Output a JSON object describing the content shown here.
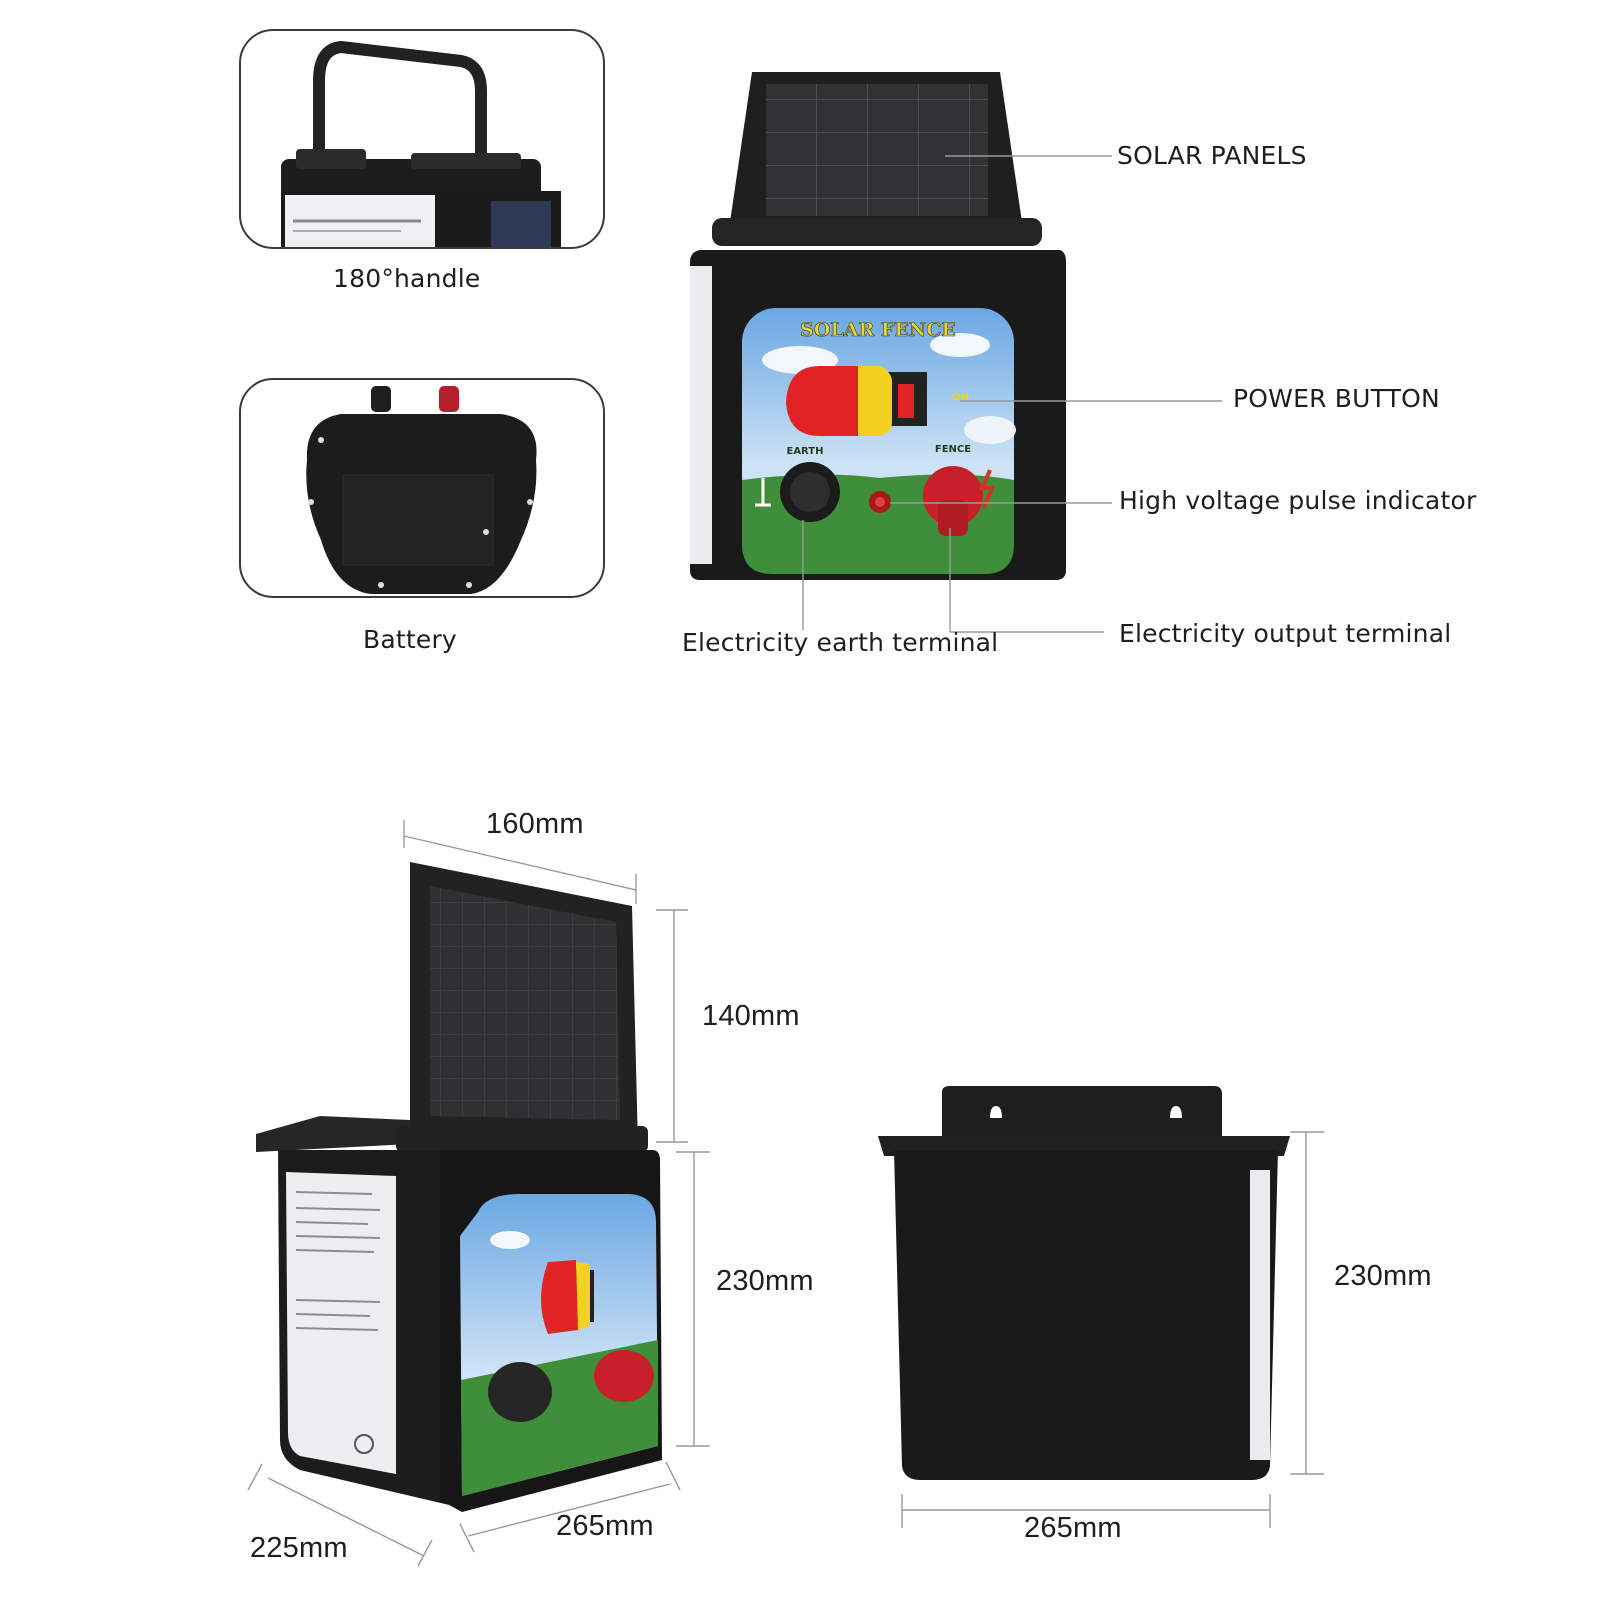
{
  "thumbnails": {
    "handle_caption": "180°handle",
    "battery_caption": "Battery"
  },
  "front_view": {
    "panel_title": "SOLAR FENCE",
    "switch_label": "ON",
    "earth_label": "EARTH",
    "fence_label": "FENCE"
  },
  "callouts": {
    "solar_panels": "SOLAR PANELS",
    "power_button": "POWER BUTTON",
    "pulse_indicator": "High voltage pulse indicator",
    "earth_terminal": "Electricity earth terminal",
    "output_terminal": "Electricity output terminal"
  },
  "dimensions": {
    "panel_width": "160mm",
    "panel_height": "140mm",
    "body_height_left": "230mm",
    "depth": "225mm",
    "width_left": "265mm",
    "body_height_right": "230mm",
    "width_right": "265mm"
  },
  "colors": {
    "body": "#1c1c1c",
    "panel_frame": "#2a2a2a",
    "cell": "#303234",
    "sky": "#7fb4e6",
    "grass": "#3f8f3a",
    "switch_red": "#e02424",
    "switch_yellow": "#f3d21f",
    "terminal_red": "#c8202a",
    "title_yellow": "#e8d23a",
    "dim_line": "#8a8a8a"
  }
}
